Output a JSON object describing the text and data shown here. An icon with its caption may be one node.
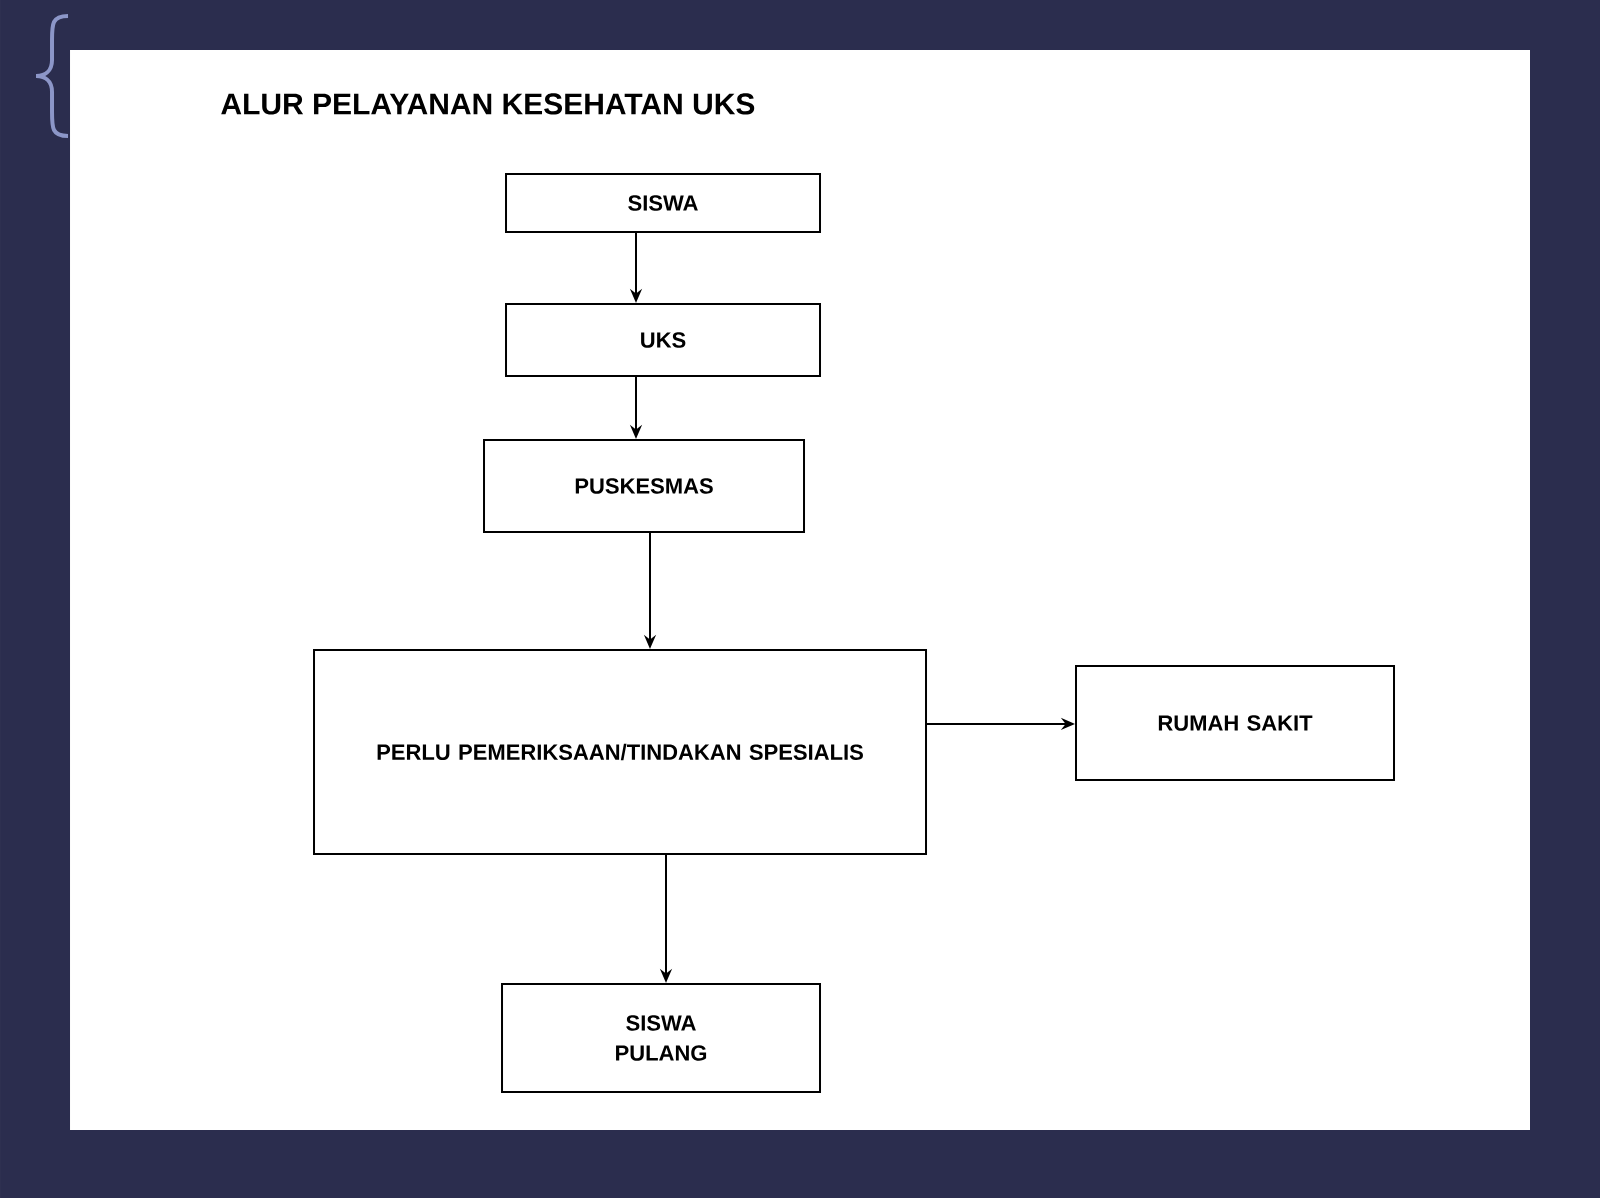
{
  "diagram": {
    "title": "ALUR PELAYANAN KESEHATAN UKS",
    "nodes": [
      {
        "text": [
          "SISWA"
        ]
      },
      {
        "text": [
          "UKS"
        ]
      },
      {
        "text": [
          "PUSKESMAS"
        ]
      },
      {
        "text": [
          "PERLU PEMERIKSAAN/TINDAKAN SPESIALIS"
        ]
      },
      {
        "text": [
          "RUMAH SAKIT"
        ]
      },
      {
        "text": [
          "SISWA PULANG"
        ]
      }
    ],
    "edges": [
      {
        "from": 0,
        "to": 1,
        "arrow": "to"
      },
      {
        "from": 1,
        "to": 2,
        "arrow": "to"
      },
      {
        "from": 2,
        "to": 3,
        "arrow": "to"
      },
      {
        "from": 3,
        "to": 4,
        "arrow": "to"
      },
      {
        "from": 3,
        "to": 5,
        "arrow": "to"
      }
    ]
  }
}
